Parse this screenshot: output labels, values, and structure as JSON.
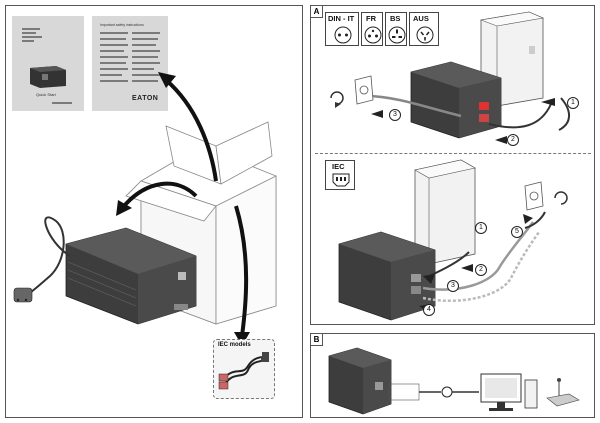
{
  "left_panel": {
    "docs": {
      "brochure_text": "Quick Start",
      "safety_title": "Important safety instructions",
      "brand_logo_text": "EATON"
    },
    "cables_label": "IEC models"
  },
  "panel_a": {
    "label": "A",
    "plug_types": [
      {
        "label": "DIN - IT"
      },
      {
        "label": "FR"
      },
      {
        "label": "BS"
      },
      {
        "label": "AUS"
      }
    ],
    "steps_top": [
      "1",
      "2",
      "3"
    ],
    "iec_label": "IEC",
    "steps_bottom": [
      "1",
      "2",
      "3",
      "4",
      "5"
    ]
  },
  "panel_b": {
    "label": "B"
  },
  "colors": {
    "panel_border": "#555555",
    "ups_body": "#4a4a4a",
    "tower_body": "#f2f2f2",
    "doc_bg": "#d8d8d8",
    "arrow": "#1a1a1a"
  }
}
